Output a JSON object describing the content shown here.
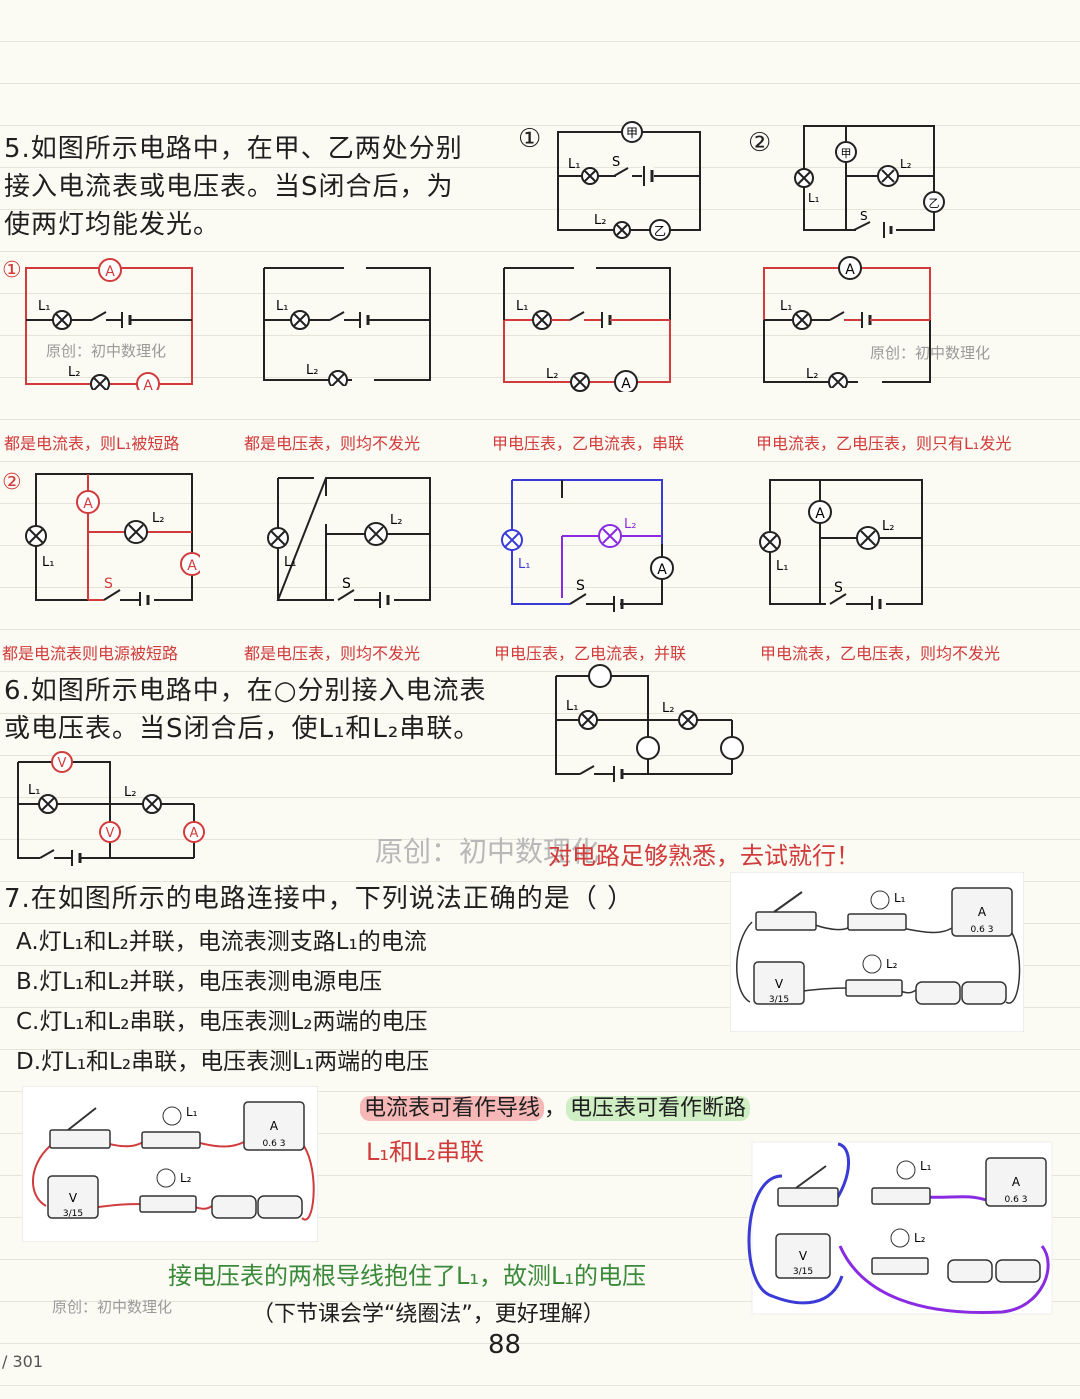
{
  "q5": {
    "line1": "5.如图所示电路中，在甲、乙两处分别",
    "line2": "接入电流表或电压表。当S闭合后，为",
    "line3": "使两灯均能发光。",
    "fig1_label": "①",
    "fig2_label": "②",
    "row1_label": "①",
    "row2_label": "②",
    "row1_captions": [
      "都是电流表，则L₁被短路",
      "都是电压表，则均不发光",
      "甲电压表，乙电流表，串联",
      "甲电流表，乙电压表，则只有L₁发光"
    ],
    "row2_captions": [
      "都是电流表则电源被短路",
      "都是电压表，则均不发光",
      "甲电压表，乙电流表，并联",
      "甲电流表，乙电压表，则均不发光"
    ],
    "comp": {
      "jia": "甲",
      "yi": "乙",
      "A": "A",
      "V": "V",
      "S": "S",
      "L1": "L₁",
      "L2": "L₂"
    }
  },
  "q6": {
    "line1": "6.如图所示电路中，在○分别接入电流表",
    "line2": "或电压表。当S闭合后，使L₁和L₂串联。",
    "tip": "对电路足够熟悉，去试就行！"
  },
  "q7": {
    "stem": "7.在如图所示的电路连接中，下列说法正确的是（    ）",
    "options": [
      "A.灯L₁和L₂并联，电流表测支路L₁的电流",
      "B.灯L₁和L₂并联，电压表测电源电压",
      "C.灯L₁和L₂串联，电压表测L₂两端的电压",
      "D.灯L₁和L₂串联，电压表测L₁两端的电压"
    ],
    "note_ammeter": "电流表可看作导线",
    "note_voltmeter": "电压表可看作断路",
    "note_series": "L₁和L₂串联",
    "conclusion": "接电压表的两根导线抱住了L₁，故测L₁的电压",
    "next": "（下节课会学“绕圈法”，更好理解）",
    "photo_labels": {
      "L1": "L₁",
      "L2": "L₂",
      "A": "A",
      "V": "V",
      "a_scale": "0.6  3",
      "v_scale": "3/15"
    }
  },
  "watermark": "原创：初中数理化",
  "page_number": "88",
  "viewer_page": "/ 301",
  "colors": {
    "red": "#d13b3b",
    "blue": "#3a3ad6",
    "purple": "#8a2be2",
    "green": "#3b8a3b"
  }
}
